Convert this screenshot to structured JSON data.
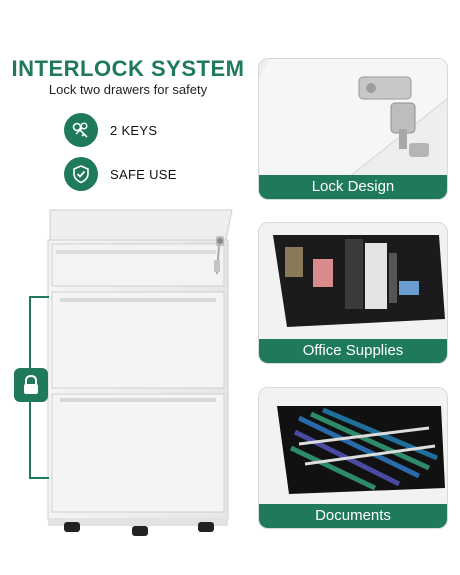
{
  "header": {
    "title": "INTERLOCK SYSTEM",
    "subtitle": "Lock two drawers for safety"
  },
  "features": [
    {
      "label": "2 KEYS",
      "icon": "keys-icon"
    },
    {
      "label": "SAFE USE",
      "icon": "shield-check-icon"
    }
  ],
  "panels": [
    {
      "caption": "Lock Design"
    },
    {
      "caption": "Office Supplies"
    },
    {
      "caption": "Documents"
    }
  ],
  "colors": {
    "accent": "#1f7a5c"
  }
}
